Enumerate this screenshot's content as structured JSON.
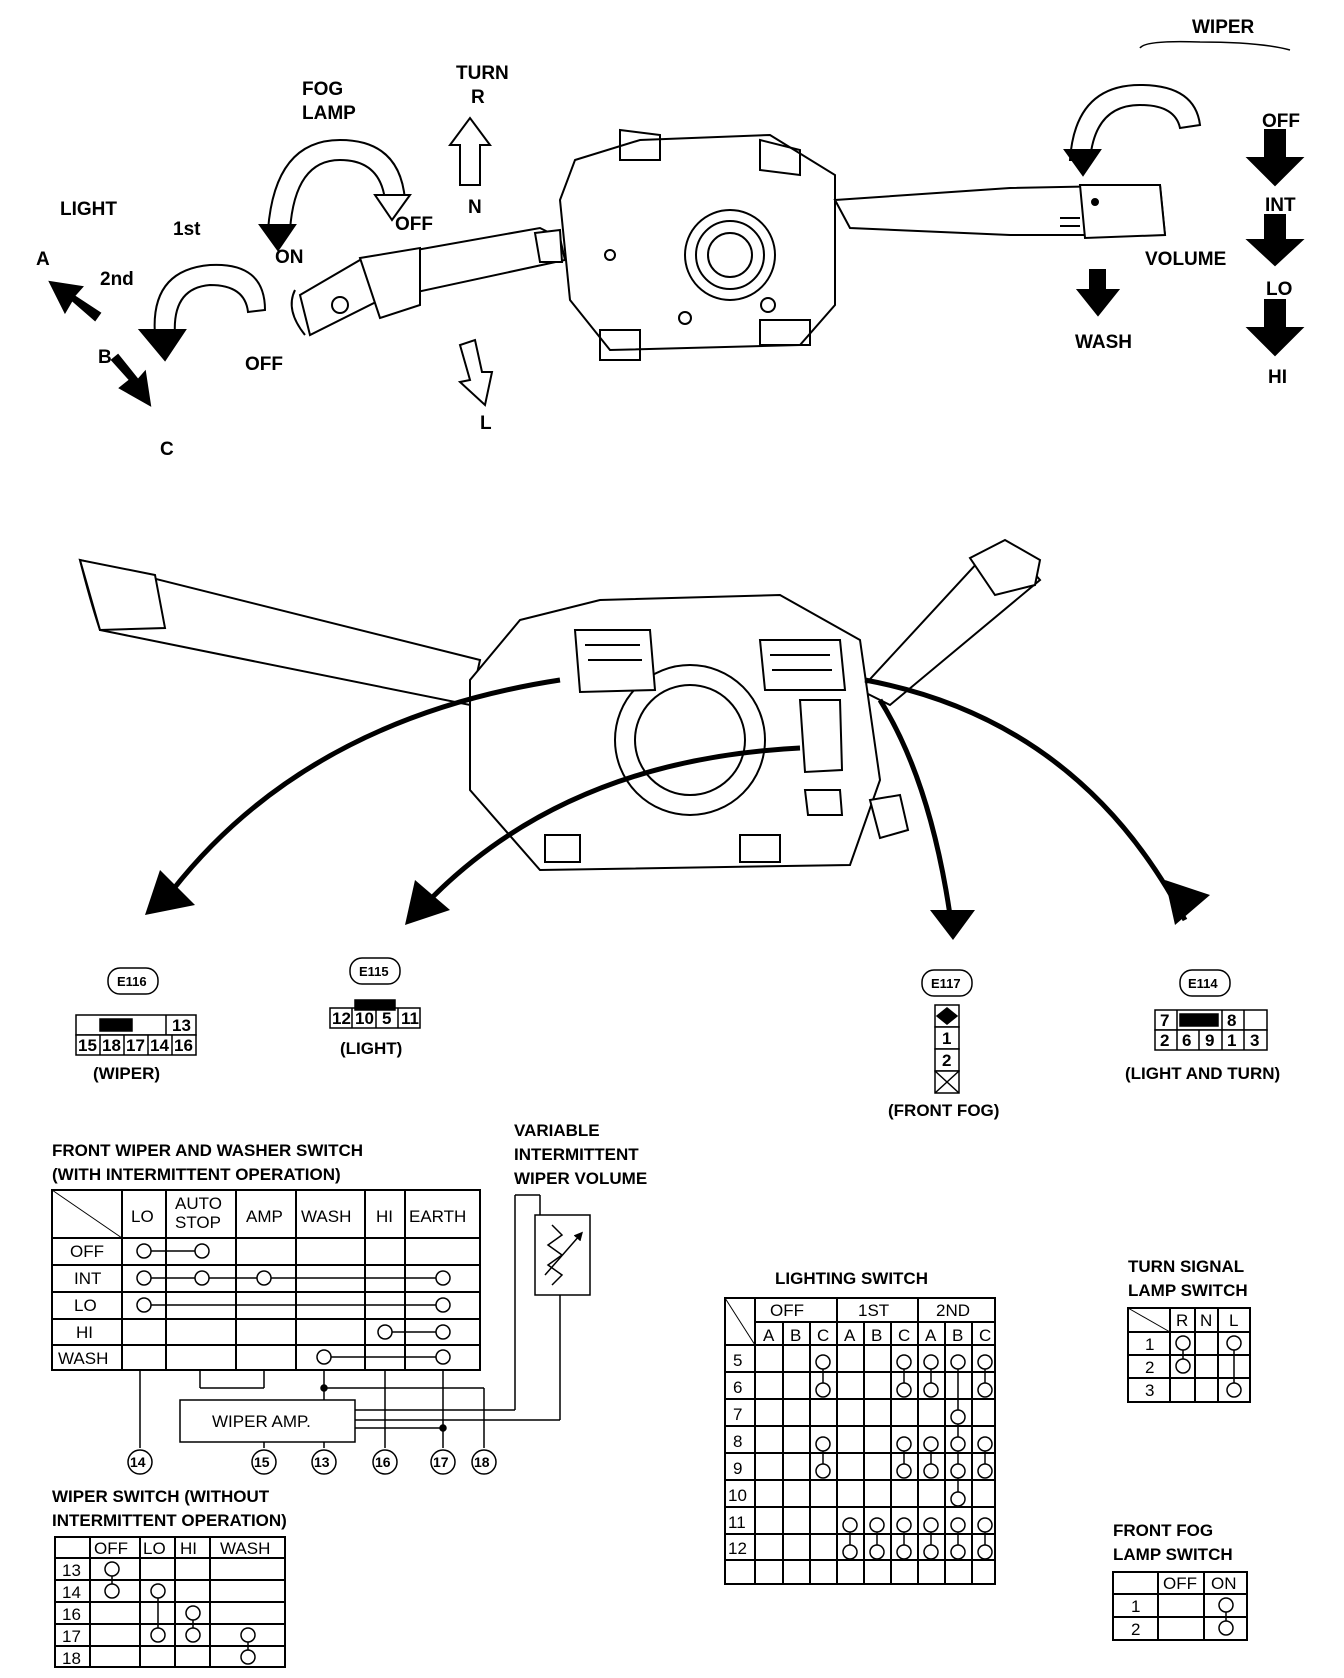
{
  "top": {
    "wiper": "WIPER",
    "fog_lamp_line1": "FOG",
    "fog_lamp_line2": "LAMP",
    "turn": "TURN",
    "r": "R",
    "n": "N",
    "l": "L",
    "fog_on": "ON",
    "fog_off": "OFF",
    "light": "LIGHT",
    "a": "A",
    "first": "1st",
    "second": "2nd",
    "b": "B",
    "c": "C",
    "light_off": "OFF",
    "wiper_off": "OFF",
    "int": "INT",
    "volume": "VOLUME",
    "lo": "LO",
    "hi": "HI",
    "wash": "WASH",
    "stalk_off_small": "OFF"
  },
  "connectors": {
    "e116": {
      "id": "E116",
      "caption": "(WIPER)",
      "top_row": [
        "13"
      ],
      "bottom_row": [
        "15",
        "18",
        "17",
        "14",
        "16"
      ]
    },
    "e115": {
      "id": "E115",
      "caption": "(LIGHT)",
      "row": [
        "12",
        "10",
        "5",
        "11"
      ]
    },
    "e117": {
      "id": "E117",
      "caption": "(FRONT FOG)",
      "cells": [
        "1",
        "2"
      ]
    },
    "e114": {
      "id": "E114",
      "caption": "(LIGHT AND TURN)",
      "top_row": [
        "7",
        "8"
      ],
      "bottom_row": [
        "2",
        "6",
        "9",
        "1",
        "3"
      ]
    }
  },
  "front_wiper": {
    "title_line1": "FRONT WIPER AND WASHER SWITCH",
    "title_line2": "(WITH INTERMITTENT OPERATION)",
    "columns": [
      "LO",
      "AUTO STOP",
      "AMP",
      "WASH",
      "HI",
      "EARTH"
    ],
    "auto_line1": "AUTO",
    "auto_line2": "STOP",
    "rows": [
      "OFF",
      "INT",
      "LO",
      "HI",
      "WASH"
    ],
    "amp_label": "WIPER AMP.",
    "terminals": [
      "14",
      "15",
      "13",
      "16",
      "17",
      "18"
    ]
  },
  "variable": {
    "line1": "VARIABLE",
    "line2": "INTERMITTENT",
    "line3": "WIPER VOLUME"
  },
  "wiper_switch": {
    "title_line1": "WIPER SWITCH (WITHOUT",
    "title_line2": "INTERMITTENT OPERATION)",
    "columns": [
      "OFF",
      "LO",
      "HI",
      "WASH"
    ],
    "rows": [
      "13",
      "14",
      "16",
      "17",
      "18"
    ]
  },
  "lighting": {
    "title": "LIGHTING SWITCH",
    "groups": [
      "OFF",
      "1ST",
      "2ND"
    ],
    "sub": [
      "A",
      "B",
      "C",
      "A",
      "B",
      "C",
      "A",
      "B",
      "C"
    ],
    "rows": [
      "5",
      "6",
      "7",
      "8",
      "9",
      "10",
      "11",
      "12"
    ]
  },
  "turn_signal": {
    "title_line1": "TURN SIGNAL",
    "title_line2": "LAMP SWITCH",
    "columns": [
      "R",
      "N",
      "L"
    ],
    "rows": [
      "1",
      "2",
      "3"
    ]
  },
  "front_fog": {
    "title_line1": "FRONT FOG",
    "title_line2": "LAMP SWITCH",
    "columns": [
      "OFF",
      "ON"
    ],
    "rows": [
      "1",
      "2"
    ]
  }
}
